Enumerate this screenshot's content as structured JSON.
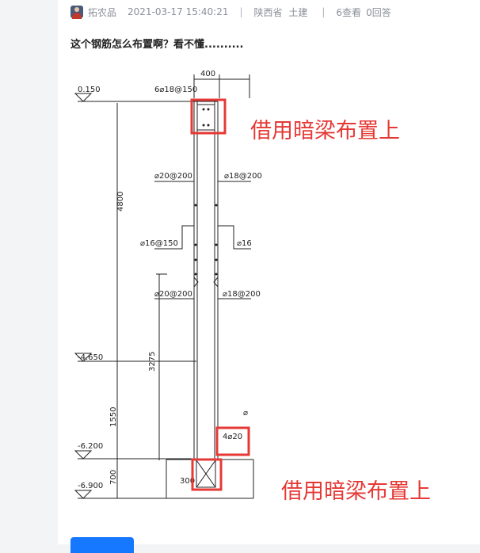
{
  "post": {
    "author": "拓农品",
    "datetime": "2021-03-17 15:40:21",
    "province": "陕西省",
    "category": "土建",
    "views": "6查看",
    "answers": "0回答",
    "question": "这个钢筋怎么布置啊？看不懂.........."
  },
  "drawing": {
    "dim_top": "400",
    "elev_top": "0.150",
    "top_rebar": "6⌀18@150",
    "rebar_left_1": "⌀20@200",
    "rebar_right_1": "⌀18@200",
    "dim_vertical": "4800",
    "rebar_left_2": "⌀16@150",
    "rebar_right_2": "⌀16",
    "rebar_left_3": "⌀20@200",
    "rebar_right_3": "⌀18@200",
    "elev_mid": "-4.650",
    "dim_3275": "3275",
    "dim_1550": "1550",
    "elev_low": "-6.200",
    "bottom_rebar": "4⌀20",
    "dim_700": "700",
    "elev_bottom": "-6.900",
    "dim_300": "300",
    "small_mark": "⌀"
  },
  "annotations": {
    "label_1": "借用暗梁布置上",
    "label_2": "借用暗梁布置上"
  },
  "colors": {
    "highlight": "#e53935",
    "button": "#1677ff"
  }
}
